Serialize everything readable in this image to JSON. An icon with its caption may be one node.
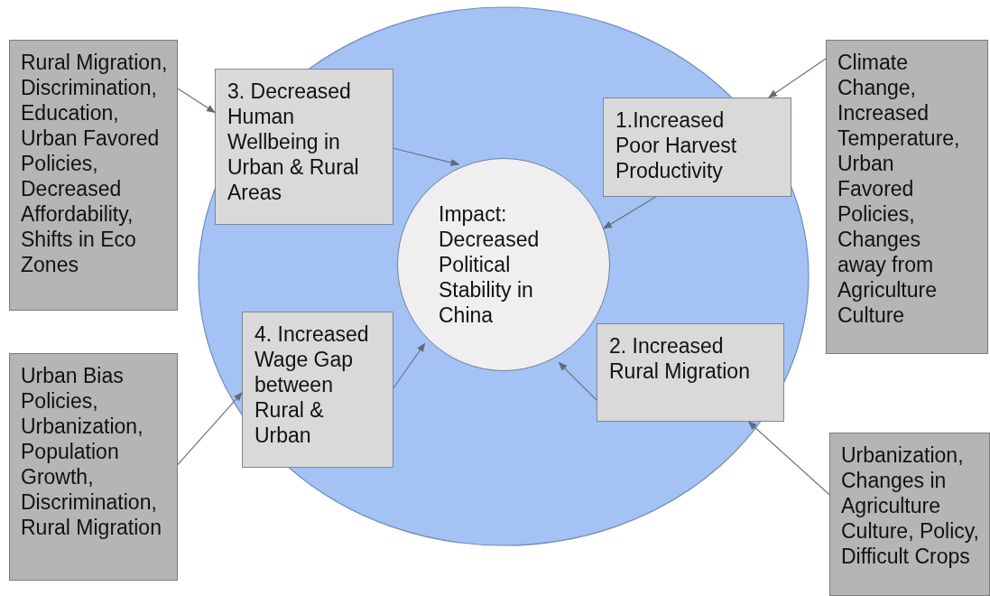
{
  "diagram": {
    "nodes": [
      {
        "text": [
          "Rural Migration, Discrimination, Education, Urban Favored Policies, Decreased Affordability, Shifts in Eco Zones"
        ]
      },
      {
        "text": [
          "3. Decreased Human Wellbeing in Urban & Rural Areas"
        ]
      },
      {
        "text": [
          "1.Increased Poor Harvest Productivity"
        ]
      },
      {
        "text": [
          "Climate Change, Increased Temperature, Urban Favored Policies, Changes away from Agriculture Culture"
        ]
      },
      {
        "text": [
          "Impact: Decreased Political Stability in China"
        ]
      },
      {
        "text": [
          "4. Increased Wage Gap between Rural & Urban"
        ]
      },
      {
        "text": [
          "2. Increased Rural Migration"
        ]
      },
      {
        "text": [
          "Urban Bias Policies, Urbanization, Population Growth, Discrimination, Rural Migration"
        ]
      },
      {
        "text": [
          "Urbanization, Changes in Agriculture Culture, Policy, Difficult Crops"
        ]
      }
    ],
    "edges": [
      {
        "from": 0,
        "to": 1,
        "arrow": "to"
      },
      {
        "from": 1,
        "to": 4,
        "arrow": "to"
      },
      {
        "from": 3,
        "to": 2,
        "arrow": "to"
      },
      {
        "from": 2,
        "to": 4,
        "arrow": "to"
      },
      {
        "from": 7,
        "to": 5,
        "arrow": "to"
      },
      {
        "from": 5,
        "to": 4,
        "arrow": "to"
      },
      {
        "from": 6,
        "to": 4,
        "arrow": "to"
      },
      {
        "from": 8,
        "to": 6,
        "arrow": "to"
      }
    ]
  }
}
